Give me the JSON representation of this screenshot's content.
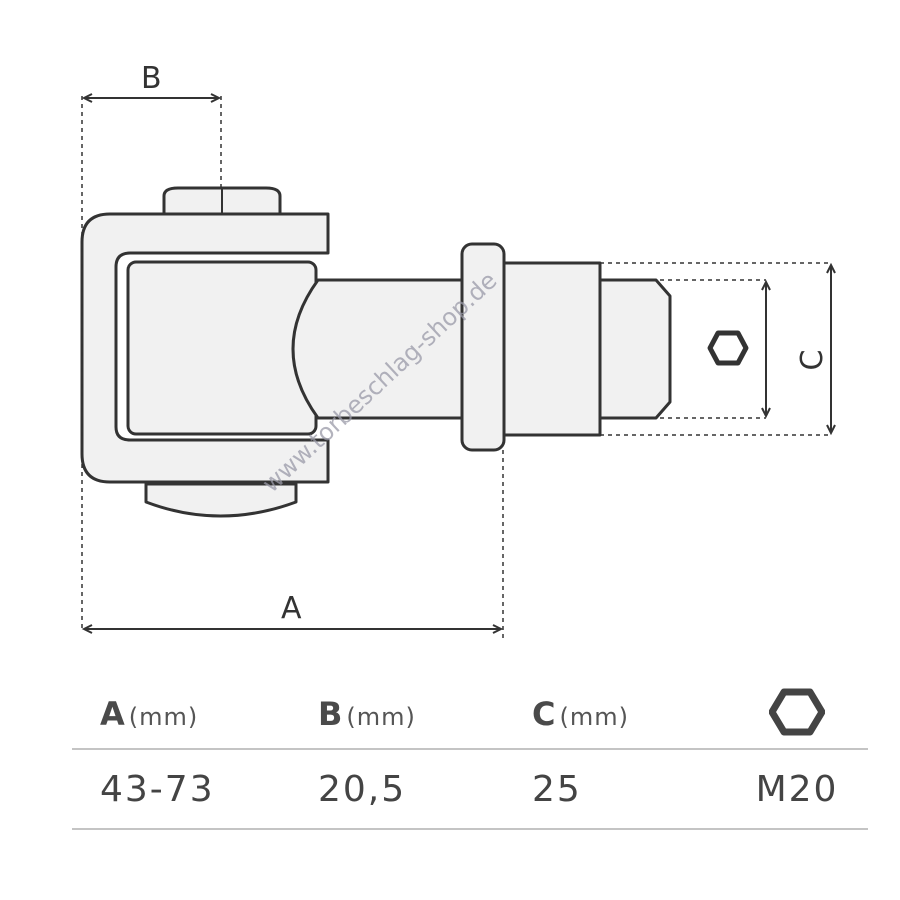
{
  "dimensions": {
    "a_label": "A",
    "b_label": "B",
    "c_label": "C"
  },
  "watermark": "www.torbeschlag-shop.de",
  "icons": {
    "hex_nut": "hexagon-nut-icon"
  },
  "table": {
    "headers": [
      {
        "key": "A",
        "unit": "(mm)"
      },
      {
        "key": "B",
        "unit": "(mm)"
      },
      {
        "key": "C",
        "unit": "(mm)"
      }
    ],
    "values": [
      "43-73",
      "20,5",
      "25",
      "M20"
    ]
  },
  "colors": {
    "line": "#333333",
    "fill": "#f1f1f1",
    "rule": "#c4c4c4"
  }
}
